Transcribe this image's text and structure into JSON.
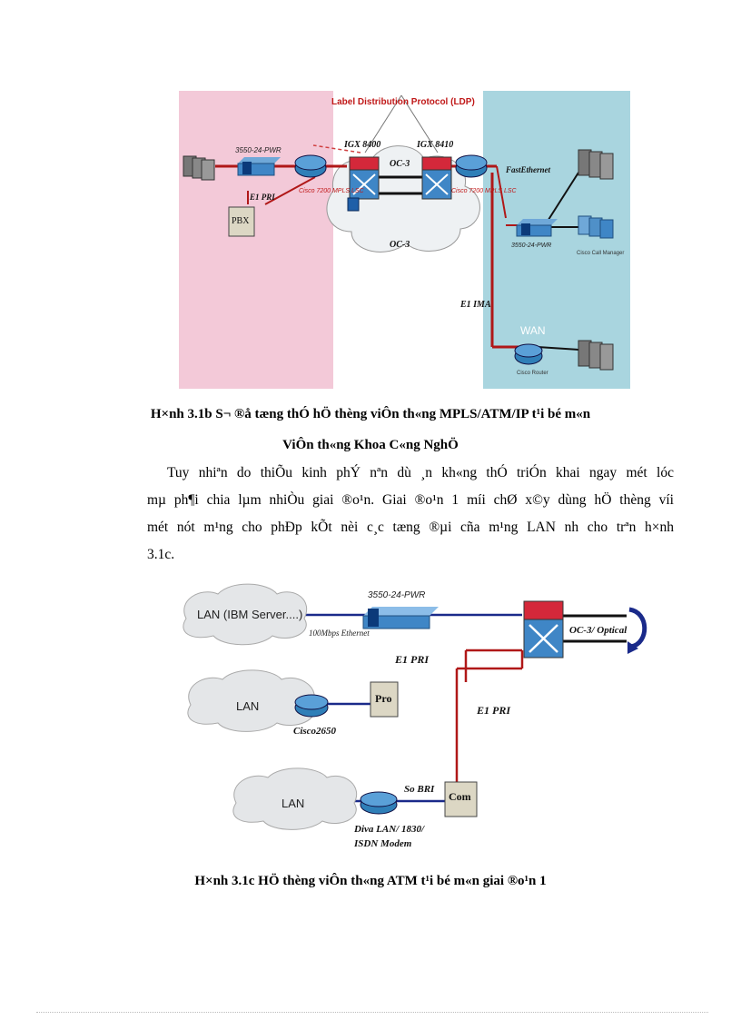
{
  "figure1": {
    "ldp_label": "Label Distribution Protocol (LDP)",
    "igx_left": "IGX 8400",
    "igx_right": "IGX 8410",
    "oc3_top": "OC-3",
    "oc3_bottom": "OC-3",
    "switch_left_label": "3550-24-PWR",
    "switch_right_label": "3550-24-PWR",
    "cisco_left": "Cisco 7200 MPLS LSC",
    "cisco_right": "Cisco 7200 MPLS LSC",
    "e1pri": "E1 PRI",
    "pbx": "PBX",
    "fastethernet": "FastEthernet",
    "e1ima": "E1 IMA",
    "wan": "WAN",
    "callmanager": "Cisco Call Manager",
    "cisco_router": "Cisco Router"
  },
  "caption1": {
    "line1": "H×nh 3.1b S¬ ®å tæng thÓ hÖ thèng viÔn th«ng MPLS/ATM/IP  t¹i bé m«n",
    "line2": "ViÔn th«ng Khoa C«ng NghÖ"
  },
  "paragraph": {
    "line1": "Tuy nhiªn do thiÕu kinh phÝ  nªn dù ¸n kh«ng thÓ triÓn khai ngay mét lóc",
    "line2": "mµ ph¶i chia lµm nhiÒu giai ®o¹n. Giai ®o¹n 1 míi chØ x©y dùng hÖ thèng víi",
    "line3": "mét nót m¹ng cho phÐp kÕt nèi c¸c tæng ®µi cña m¹ng LAN nh  cho trªn h×nh",
    "line4": "3.1c."
  },
  "figure2": {
    "lan_ibm": "LAN (IBM Server....)",
    "lan2": "LAN",
    "lan3": "LAN",
    "switch_label": "3550-24-PWR",
    "ethernet": "100Mbps Ethernet",
    "e1pri_1": "E1 PRI",
    "e1pri_2": "E1 PRI",
    "oc3_optical": "OC-3/ Optical",
    "pro": "Pro",
    "com": "Com",
    "cisco2650": "Cisco2650",
    "sobri": "So BRI",
    "diva": "Diva LAN/ 1830/",
    "isdn": "ISDN Modem"
  },
  "caption2": {
    "line1": "H×nh 3.1c HÖ thèng viÔn th«ng ATM  t¹i bé m«n giai ®o¹n 1"
  },
  "colors": {
    "pink_zone": "#f3c9d8",
    "blue_zone": "#a9d5df",
    "link_red": "#b01818",
    "link_blue": "#1a2a8a",
    "router_blue": "#2f7fb8",
    "atm_red": "#d4283a"
  }
}
